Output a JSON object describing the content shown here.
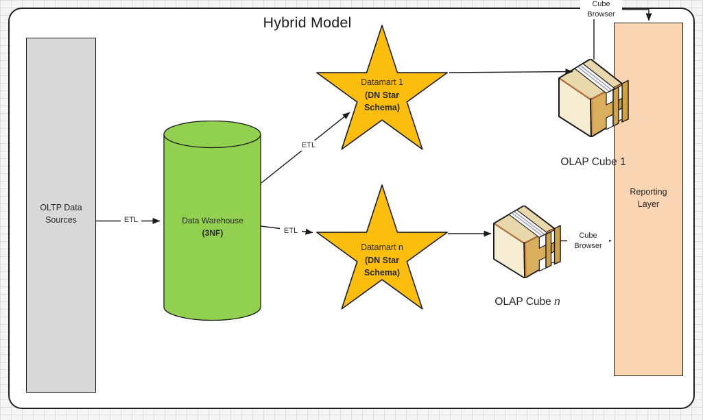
{
  "title": "Hybrid Model",
  "nodes": {
    "oltp": {
      "line1": "OLTP Data",
      "line2": "Sources"
    },
    "warehouse": {
      "line1": "Data Warehouse",
      "line2": "(3NF)"
    },
    "datamart1": {
      "line1": "Datamart 1",
      "line2": "(DN Star",
      "line3": "Schema)"
    },
    "datamartn": {
      "line1": "Datamart n",
      "line2": "(DN Star",
      "line3": "Schema)"
    },
    "cube1": {
      "label": "OLAP Cube 1"
    },
    "cuben": {
      "label_prefix": "OLAP Cube ",
      "label_suffix_italic": "n"
    },
    "reporting": {
      "line1": "Reporting",
      "line2": "Layer"
    }
  },
  "labels": {
    "etl_oltp": "ETL",
    "etl_dm1": "ETL",
    "etl_dmn": "ETL",
    "cube_browser_1": {
      "line1": "Cube",
      "line2": "Browser"
    },
    "cube_browser_n": {
      "line1": "Cube",
      "line2": "Browser"
    }
  },
  "colors": {
    "star_fill": "#FCBE0E",
    "star_stroke": "#1a1a1a",
    "cylinder_fill": "#92D050",
    "oltp_fill": "#D9D9D9",
    "reporting_fill": "#FAD5B4",
    "cube_top": "#E9D8AB",
    "cube_left": "#F5ECD2",
    "cube_right": "#D9AE5C",
    "cube_h": "#CFA24A",
    "cube_accent": "#E8823B",
    "line_color": "#1a1a1a",
    "text_color": "#262626",
    "canvas_bg": "#FFFFFF"
  }
}
